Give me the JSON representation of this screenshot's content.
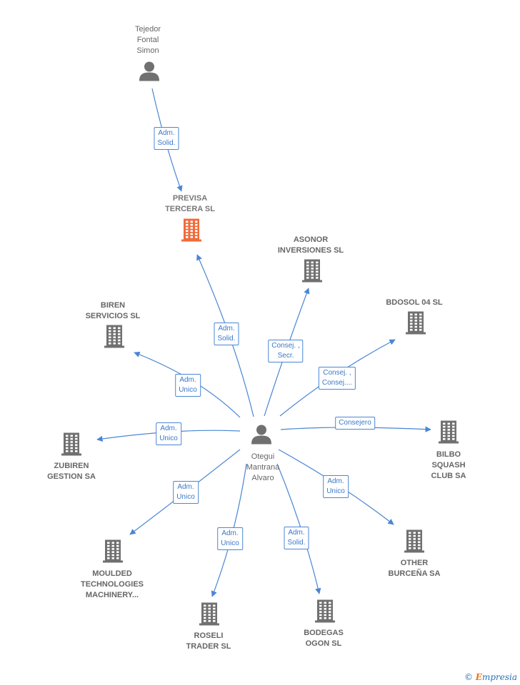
{
  "nodes": [
    {
      "id": "tejedor",
      "label": "Tejedor\nFontal\nSimon",
      "type": "person"
    },
    {
      "id": "previsa",
      "label": "PREVISA\nTERCERA  SL",
      "type": "company",
      "main": true
    },
    {
      "id": "asonor",
      "label": "ASONOR\nINVERSIONES SL",
      "type": "company"
    },
    {
      "id": "bdosol",
      "label": "BDOSOL 04  SL",
      "type": "company"
    },
    {
      "id": "biren",
      "label": "BIREN\nSERVICIOS  SL",
      "type": "company"
    },
    {
      "id": "otegui",
      "label": "Otegui\nMantrana\nAlvaro",
      "type": "person"
    },
    {
      "id": "zubiren",
      "label": "ZUBIREN\nGESTION SA",
      "type": "company"
    },
    {
      "id": "bilbo",
      "label": "BILBO\nSQUASH\nCLUB SA",
      "type": "company"
    },
    {
      "id": "moulded",
      "label": "MOULDED\nTECHNOLOGIES\nMACHINERY...",
      "type": "company"
    },
    {
      "id": "other",
      "label": "OTHER\nBURCEÑA SA",
      "type": "company"
    },
    {
      "id": "roseli",
      "label": "ROSELI\nTRADER SL",
      "type": "company"
    },
    {
      "id": "bodegas",
      "label": "BODEGAS\nOGON  SL",
      "type": "company"
    }
  ],
  "edges": [
    {
      "from": "tejedor",
      "to": "previsa",
      "label": "Adm.\nSolid."
    },
    {
      "from": "otegui",
      "to": "previsa",
      "label": "Adm.\nSolid."
    },
    {
      "from": "otegui",
      "to": "asonor",
      "label": "Consej. ,\nSecr."
    },
    {
      "from": "otegui",
      "to": "bdosol",
      "label": "Consej. ,\nConsej...."
    },
    {
      "from": "otegui",
      "to": "biren",
      "label": "Adm.\nUnico"
    },
    {
      "from": "otegui",
      "to": "zubiren",
      "label": "Adm.\nUnico"
    },
    {
      "from": "otegui",
      "to": "bilbo",
      "label": "Consejero"
    },
    {
      "from": "otegui",
      "to": "moulded",
      "label": "Adm.\nUnico"
    },
    {
      "from": "otegui",
      "to": "other",
      "label": "Adm.\nUnico"
    },
    {
      "from": "otegui",
      "to": "roseli",
      "label": "Adm.\nUnico"
    },
    {
      "from": "otegui",
      "to": "bodegas",
      "label": "Adm.\nSolid."
    }
  ],
  "colors": {
    "edge": "#4a86d4",
    "icon": "#707070",
    "main_icon": "#f26b3a",
    "label": "#666666"
  },
  "footer": {
    "copyright": "©",
    "brand_initial": "E",
    "brand_rest": "mpresia"
  }
}
